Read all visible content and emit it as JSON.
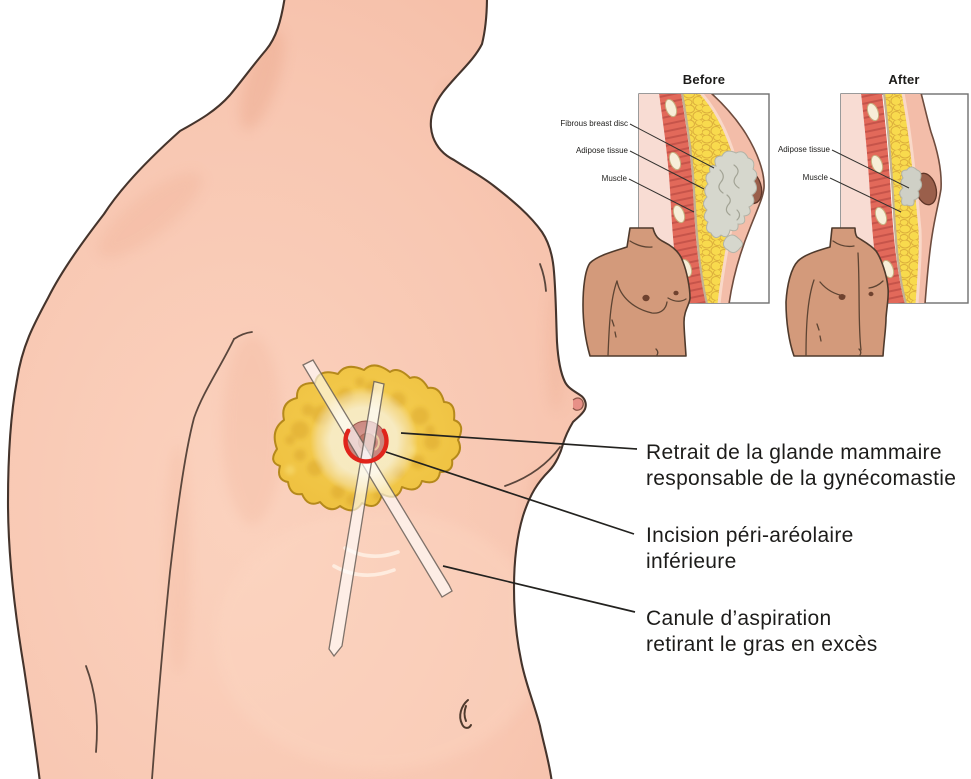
{
  "figure": {
    "labels": [
      {
        "id": "gland-removal",
        "line1": "Retrait de la glande mammaire",
        "line2": "responsable de la gynécomastie"
      },
      {
        "id": "incision",
        "line1": "Incision péri-aréolaire",
        "line2": "inférieure"
      },
      {
        "id": "cannula",
        "line1": "Canule d’aspiration",
        "line2": "retirant le gras en excès"
      }
    ]
  },
  "panels": {
    "before": {
      "title": "Before",
      "label_fibrous": "Fibrous breast disc",
      "label_adipose": "Adipose tissue",
      "label_muscle": "Muscle"
    },
    "after": {
      "title": "After",
      "label_adipose": "Adipose tissue",
      "label_muscle": "Muscle"
    }
  },
  "colors": {
    "skin_main": "#f8c7b2",
    "skin_inset_torso": "#d39a7b",
    "fat_tissue": "#f2c544",
    "halo": "#f7ecc9",
    "areola": "#cd8a84",
    "incision_red": "#e0241b",
    "muscle_red": "#e2695a",
    "adipose_yellow": "#f8da4d",
    "fibrous_gray": "#d6d7cd",
    "outline": "#4a372d"
  }
}
